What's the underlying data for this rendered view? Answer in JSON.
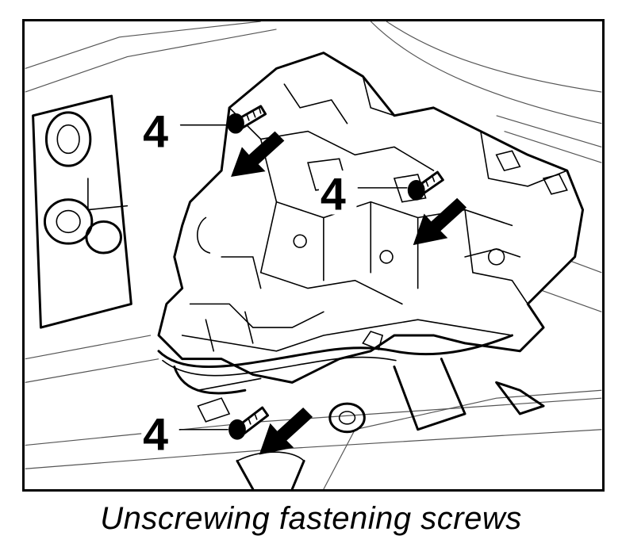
{
  "callouts": [
    "4",
    "4",
    "4"
  ],
  "caption": "Unscrewing fastening screws"
}
